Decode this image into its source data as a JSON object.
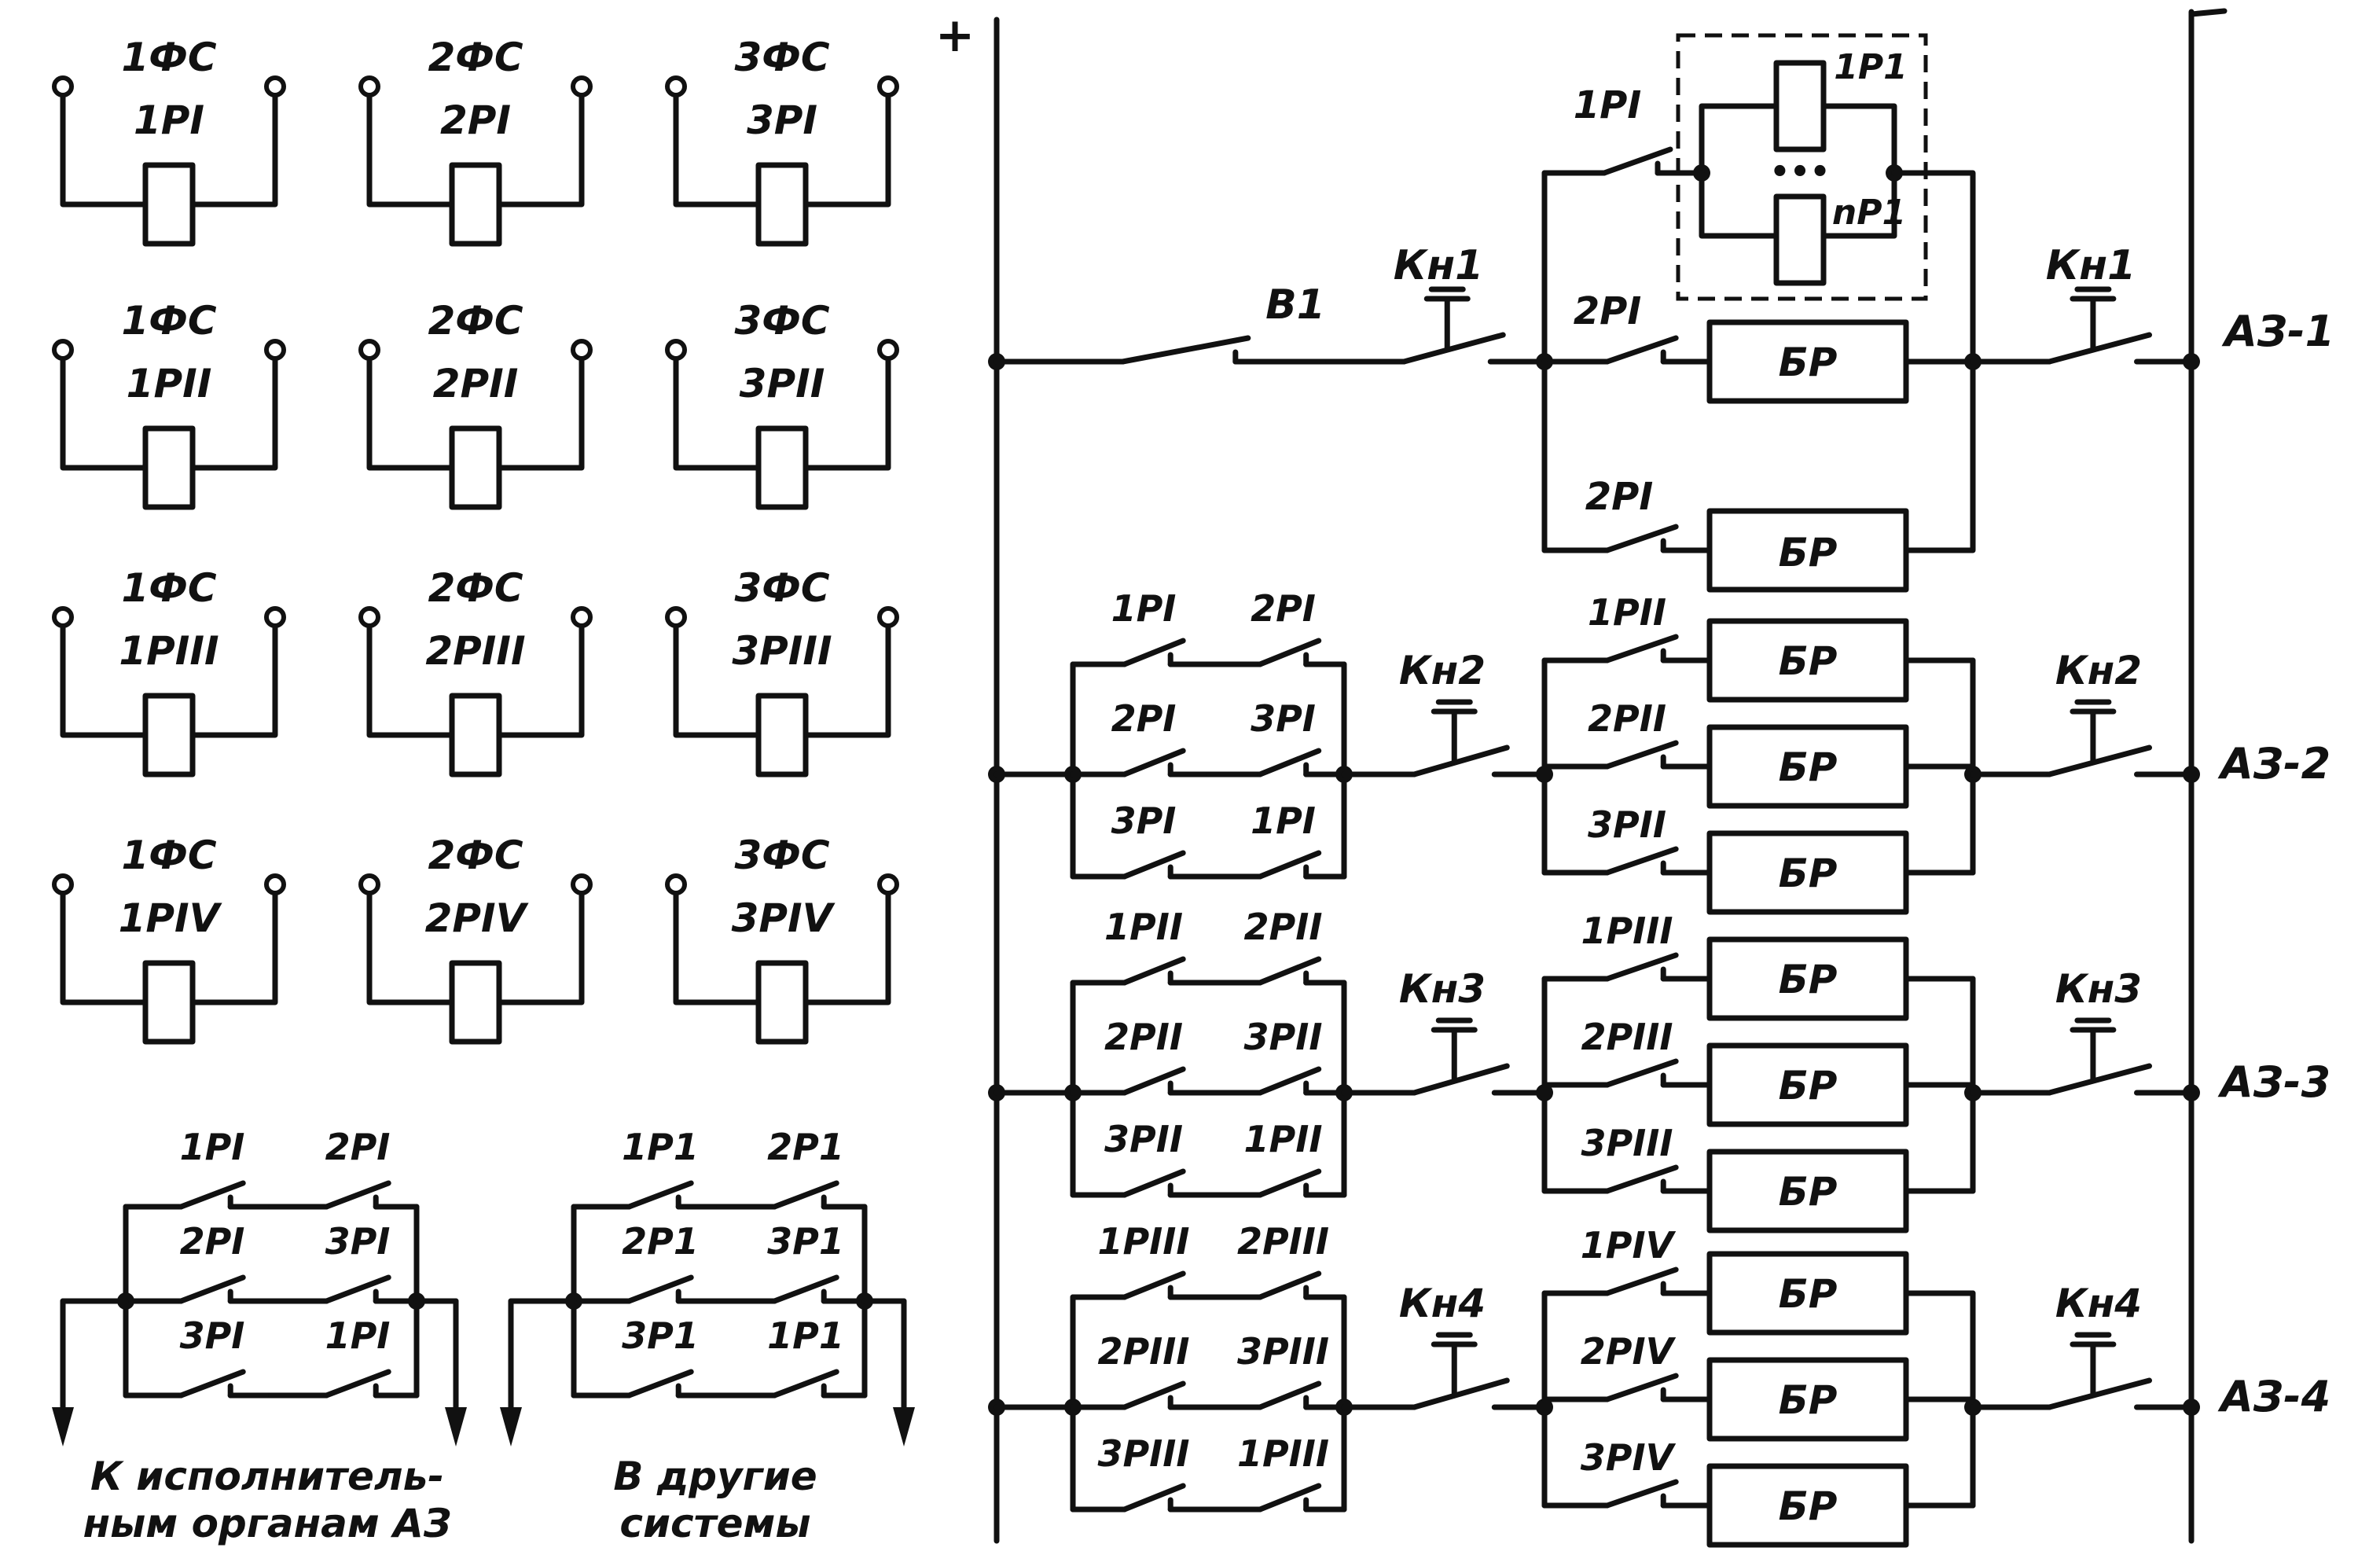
{
  "left_panel": {
    "relay_groups": [
      {
        "phase_labels": [
          "1ФС",
          "2ФС",
          "3ФС"
        ],
        "relay_labels": [
          "1РI",
          "2РI",
          "3РI"
        ]
      },
      {
        "phase_labels": [
          "1ФС",
          "2ФС",
          "3ФС"
        ],
        "relay_labels": [
          "1РII",
          "2РII",
          "3РII"
        ]
      },
      {
        "phase_labels": [
          "1ФС",
          "2ФС",
          "3ФС"
        ],
        "relay_labels": [
          "1РIII",
          "2РIII",
          "3РIII"
        ]
      },
      {
        "phase_labels": [
          "1ФС",
          "2ФС",
          "3ФС"
        ],
        "relay_labels": [
          "1РIV",
          "2РIV",
          "3РIV"
        ]
      }
    ],
    "contact_block_a": {
      "contacts": [
        [
          "1РI",
          "2РI"
        ],
        [
          "2РI",
          "3РI"
        ],
        [
          "3РI",
          "1РI"
        ]
      ],
      "caption": [
        "К исполнитель-",
        "ным органам АЗ"
      ]
    },
    "contact_block_b": {
      "contacts": [
        [
          "1Р1",
          "2Р1"
        ],
        [
          "2Р1",
          "3Р1"
        ],
        [
          "3Р1",
          "1Р1"
        ]
      ],
      "caption": [
        "В другие",
        "системы"
      ]
    }
  },
  "right_panel": {
    "bus_plus": "+",
    "bus_minus": "–",
    "row1": {
      "switch": "В1",
      "button": "Кн1",
      "top_contact": "1РI",
      "relay_box_top": "1Р1",
      "relay_box_bottom": "nР1",
      "ellipsis": "•••",
      "mid_contact": "2РI",
      "low_contact": "2РI",
      "coil": "БР",
      "button_right": "Кн1",
      "output": "АЗ-1"
    },
    "rows": [
      {
        "left_contacts": [
          [
            "1РI",
            "2РI"
          ],
          [
            "2РI",
            "3РI"
          ],
          [
            "3РI",
            "1РI"
          ]
        ],
        "button": "Кн2",
        "coil_contacts": [
          "1РII",
          "2РII",
          "3РII"
        ],
        "coil": "БР",
        "button_right": "Кн2",
        "output": "АЗ-2"
      },
      {
        "left_contacts": [
          [
            "1РII",
            "2РII"
          ],
          [
            "2РII",
            "3РII"
          ],
          [
            "3РII",
            "1РII"
          ]
        ],
        "button": "Кн3",
        "coil_contacts": [
          "1РIII",
          "2РIII",
          "3РIII"
        ],
        "coil": "БР",
        "button_right": "Кн3",
        "output": "АЗ-3"
      },
      {
        "left_contacts": [
          [
            "1РIII",
            "2РIII"
          ],
          [
            "2РIII",
            "3РIII"
          ],
          [
            "3РIII",
            "1РIII"
          ]
        ],
        "button": "Кн4",
        "coil_contacts": [
          "1РIV",
          "2РIV",
          "3РIV"
        ],
        "coil": "БР",
        "button_right": "Кн4",
        "output": "АЗ-4"
      }
    ]
  }
}
